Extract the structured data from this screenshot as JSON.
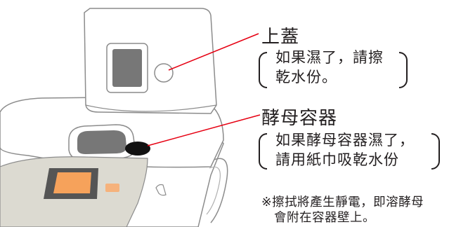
{
  "colors": {
    "leader_line": "#e60012",
    "outline": "#8c8c8c",
    "panel": "#dcdad1",
    "display": "#f6a25b",
    "button": "#f6b27c",
    "yeast_container": "#111111"
  },
  "labels": {
    "lid": {
      "title": "上蓋",
      "note_line1": "如果濕了，請擦",
      "note_line2": "乾水份。"
    },
    "yeast": {
      "title": "酵母容器",
      "note_line1": "如果酵母容器濕了，",
      "note_line2": "請用紙巾吸乾水份"
    },
    "warning": {
      "line1": "※擦拭將產生靜電，即溶酵母",
      "line2": "會附在容器壁上。"
    }
  }
}
